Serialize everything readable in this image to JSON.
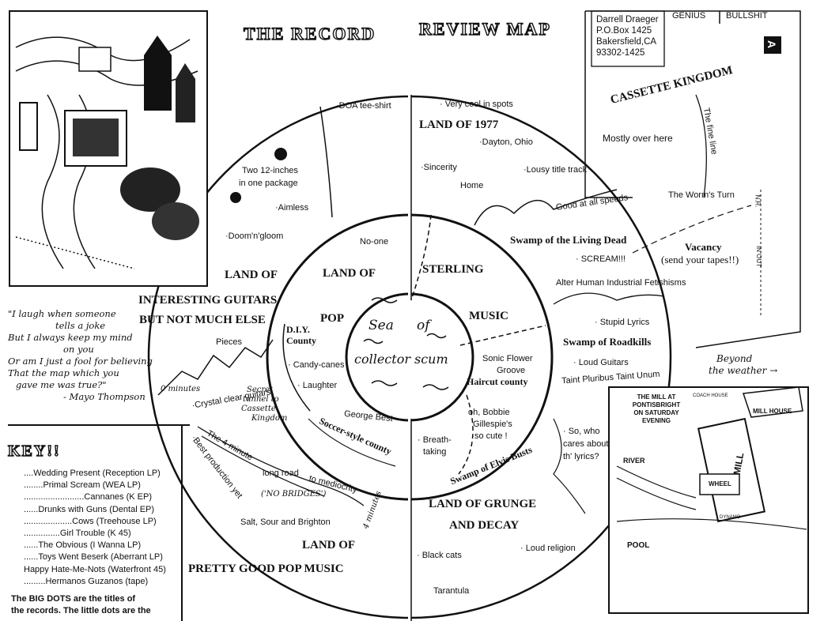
{
  "title_left": "THE RECORD",
  "title_right": "REVIEW MAP",
  "address": [
    "Darrell Draeger",
    "P.O.Box 1425",
    "Bakersfield,CA",
    "93302-1425"
  ],
  "scale": {
    "genius": "GENIUS",
    "bullshit": "BULLSHIT",
    "marker": "A"
  },
  "regions": {
    "land_1977": "LAND OF 1977",
    "land_pop_1": "LAND OF",
    "land_pop_2": "POP",
    "sterling_1": "STERLING",
    "sterling_2": "MUSIC",
    "land_guitars_1": "LAND OF",
    "land_guitars_2": "INTERESTING GUITARS",
    "land_guitars_3": "BUT NOT MUCH ELSE",
    "grunge_1": "LAND OF GRUNGE",
    "grunge_2": "AND DECAY",
    "prettygood_1": "LAND OF",
    "prettygood_2": "PRETTY GOOD POP MUSIC",
    "cassette": "CASSETTE KINGDOM",
    "swamp_dead": "Swamp of the Living Dead",
    "swamp_road": "Swamp of Roadkills",
    "swamp_elvis": "Swamp of Elvis Busts",
    "soccer": "Soccer-style county",
    "haircut": "Haircut county",
    "diy": "D.I.Y. County",
    "vacancy_1": "Vacancy",
    "vacancy_2": "(send your tapes!!)"
  },
  "sea": [
    "Sea",
    "of",
    "collector",
    "scum"
  ],
  "places": {
    "doa": "·DOA tee-shirt",
    "very_cool": "· Very cool in spots",
    "dayton": "·Dayton, Ohio",
    "sincerity": "·Sincerity",
    "lousy": "·Lousy title track",
    "home": "Home",
    "good_speeds": "· Good at all speeds",
    "two12": "Two 12-inches",
    "two12b": "in one package",
    "aimless": "·Aimless",
    "doom": "·Doom'n'gloom",
    "noone": "No-one",
    "scream": "· SCREAM!!!",
    "alter": "Alter Human Industrial Fetishisms",
    "worm": "The Worm's Turn",
    "mostly": "Mostly over here",
    "fineline": "The fine line",
    "pieces": "Pieces",
    "candy": "· Candy-canes",
    "laughter": "· Laughter",
    "george": "George Best",
    "stupid": "· Stupid Lyrics",
    "loudguitars": "· Loud Guitars",
    "taint": "Taint Pluribus Taint Unum",
    "sonic": "Sonic Flower",
    "groove": "Groove",
    "bobbie1": "oh, Bobbie",
    "bobbie2": "Gillespie's",
    "bobbie3": "so cute !",
    "breath1": "· Breath-",
    "breath2": "taking",
    "sowho1": "· So, who",
    "sowho2": "cares about",
    "sowho3": "th' lyrics?",
    "crystal": "·Crystal clear guitars",
    "secret1": "Secret",
    "secret2": "tunnel to",
    "secret3": "Cassette",
    "secret4": "Kingdom",
    "road4": "The 4-minute",
    "road_long": "long road",
    "road_to": "to mediocrity",
    "nobridges": "('NO BRIDGES')",
    "bestprod": "·Best production yet",
    "zero": "0 minutes",
    "four": "4 minutes",
    "salt": "Salt, Sour and Brighton",
    "blackcats": "· Black cats",
    "loudreligion": "· Loud religion",
    "tarantula": "Tarantula",
    "beyond1": "Beyond",
    "beyond2": "the weather →",
    "nr": "N.R.",
    "inout": "IN OUT"
  },
  "quote": [
    "\"I laugh when someone",
    "tells a joke",
    "But I always keep my mind",
    "on you",
    "Or am I just a fool for believing",
    "That the map which you",
    "gave me was true?\"",
    "- Mayo Thompson"
  ],
  "key": {
    "title": "KEY!!",
    "items": [
      "....Wedding Present  (Reception LP)",
      "........Primal Scream  (WEA LP)",
      ".........................Cannanes  (K EP)",
      "......Drunks with Guns  (Dental EP)",
      "....................Cows  (Treehouse LP)",
      "...............Girl Trouble  (K 45)",
      "......The Obvious  (I Wanna LP)",
      "......Toys Went Beserk  (Aberrant LP)",
      "Happy Hate-Me-Nots  (Waterfront 45)",
      ".........Hermanos Guzanos  (tape)"
    ],
    "note1": "The BIG DOTS are the titles of",
    "note2": "the records. The little dots are the"
  },
  "mill": {
    "caption1": "THE MILL AT",
    "caption2": "PONTISBRIGHT",
    "caption3": "ON SATURDAY",
    "caption4": "EVENING",
    "coach": "COACH HOUSE",
    "millhouse": "MILL HOUSE",
    "river": "RIVER",
    "mill": "MILL",
    "wheel": "WHEEL",
    "dynamo": "DYNAMO",
    "pool": "POOL"
  }
}
